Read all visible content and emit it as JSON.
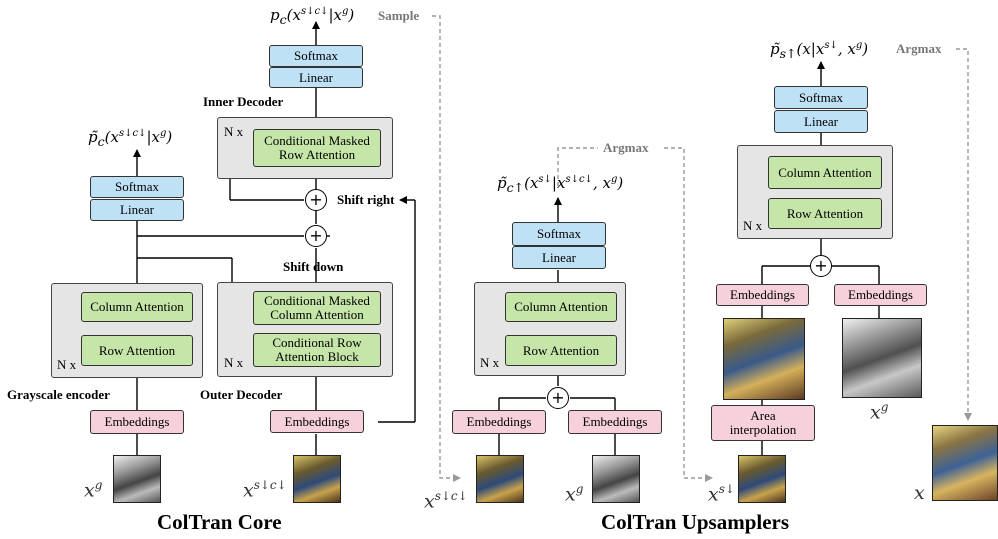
{
  "core": {
    "title": "ColTran Core",
    "output_top": {
      "base": "p",
      "sub": "c",
      "open": "(x",
      "sup": "s↓c↓",
      "rest": "|x",
      "sup2": "g",
      "close": ")"
    },
    "output_left": {
      "base": "p̃",
      "sub": "c",
      "open": "(x",
      "sup": "s↓c↓",
      "rest": "|x",
      "sup2": "g",
      "close": ")"
    },
    "sample_label": "Sample",
    "softmax": "Softmax",
    "linear": "Linear",
    "inner_decoder_label": "Inner Decoder",
    "nx": "N x",
    "cond_masked_row": "Conditional Masked\nRow Attention",
    "shift_right": "Shift right",
    "shift_down": "Shift down",
    "cond_masked_col": "Conditional Masked\nColumn Attention",
    "cond_row_block": "Conditional Row\nAttention Block",
    "outer_decoder_label": "Outer Decoder",
    "column_attention": "Column Attention",
    "row_attention": "Row Attention",
    "grayscale_encoder_label": "Grayscale encoder",
    "embeddings": "Embeddings",
    "plus": "+",
    "x_g": {
      "base": "x",
      "sup": "g"
    },
    "x_sc": {
      "base": "x",
      "sup": "s↓c↓"
    }
  },
  "upsamplers": {
    "title": "ColTran Upsamplers",
    "color_output": {
      "base": "p̃",
      "sub": "c↑",
      "open": "(x",
      "sup": "s↓",
      "rest": "|x",
      "sup2": "s↓c↓",
      "rest2": ", x",
      "sup3": "g",
      "close": ")"
    },
    "spatial_output": {
      "base": "p̃",
      "sub": "s↑",
      "open": "(x|x",
      "sup": "s↓",
      "rest": ", x",
      "sup2": "g",
      "close": ")"
    },
    "argmax_label": "Argmax",
    "softmax": "Softmax",
    "linear": "Linear",
    "column_attention": "Column Attention",
    "row_attention": "Row Attention",
    "nx": "N x",
    "embeddings": "Embeddings",
    "area_interpolation": "Area\ninterpolation",
    "plus": "+",
    "x_sc": {
      "base": "x",
      "sup": "s↓c↓"
    },
    "x_g": {
      "base": "x",
      "sup": "g"
    },
    "x_s": {
      "base": "x",
      "sup": "s↓"
    },
    "x": {
      "base": "x"
    }
  },
  "colors": {
    "blue_box": "#bfe1f5",
    "green_box": "#c6e6a9",
    "pink_box": "#f6d1dc",
    "group_bg": "#e5e5e5",
    "dashed_arrow": "#999999"
  }
}
